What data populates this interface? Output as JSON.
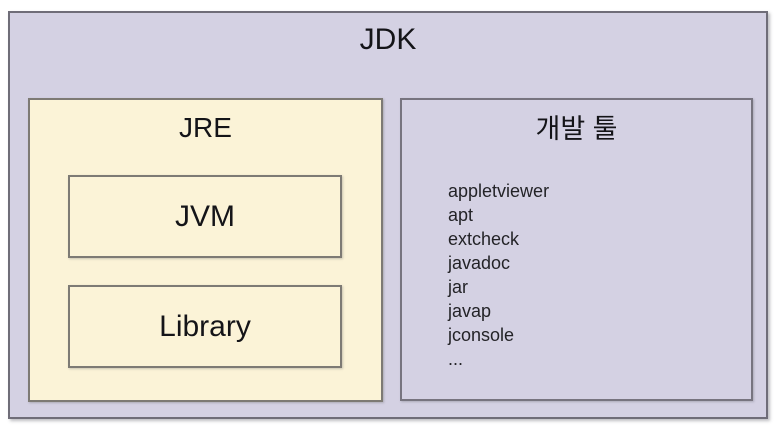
{
  "diagram": {
    "title": "JDK",
    "jre": {
      "title": "JRE",
      "boxes": [
        {
          "label": "JVM"
        },
        {
          "label": "Library"
        }
      ]
    },
    "tools": {
      "title": "개발 툴",
      "items": [
        "appletviewer",
        "apt",
        "extcheck",
        "javadoc",
        "jar",
        "javap",
        "jconsole",
        "..."
      ]
    },
    "colors": {
      "outer_bg": "#d4d1e3",
      "jre_bg": "#fbf3d7",
      "border": "#6f6d78",
      "text": "#141418"
    }
  }
}
